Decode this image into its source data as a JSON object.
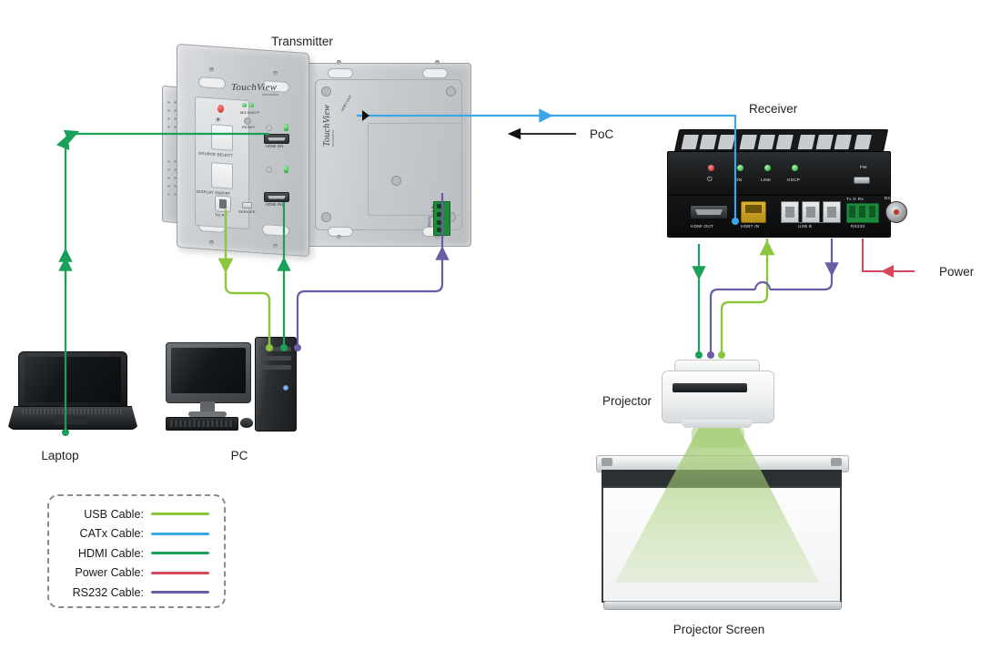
{
  "diagram": {
    "title_labels": {
      "transmitter": "Transmitter",
      "receiver": "Receiver",
      "projector": "Projector",
      "projector_screen": "Projector Screen",
      "laptop": "Laptop",
      "pc": "PC",
      "poc": "PoC",
      "power": "Power"
    }
  },
  "legend": {
    "items": [
      {
        "label": "USB Cable:",
        "color": "#8CC63F"
      },
      {
        "label": "CATx Cable:",
        "color": "#3BA7E8"
      },
      {
        "label": "HDMI Cable:",
        "color": "#1BA05A"
      },
      {
        "label": "Power Cable:",
        "color": "#D6485A"
      },
      {
        "label": "RS232 Cable:",
        "color": "#6B5CA5"
      }
    ]
  },
  "transmitter": {
    "brand": "TouchView",
    "brand_sub": "Innovation",
    "front_labels": {
      "source_select": "SOURCE SELECT",
      "display_onoff": "DISPLAY ON/OFF",
      "to_pc": "TO PC",
      "hdmi_in1": "HDMI IN1",
      "hdmi_in2": "HDMI IN2",
      "service": "SERVICE",
      "mic_hdcp": "MIC/HDCP",
      "reset": "RESET"
    },
    "rear_labels": {
      "hdbt_out": "HDBT OUT",
      "rs232": "RS232",
      "pins": "Tx  G  Rx"
    }
  },
  "receiver": {
    "leds": [
      "ON",
      "LINK",
      "HDCP"
    ],
    "fw_label": "FW",
    "ports": [
      {
        "name": "HDMI OUT"
      },
      {
        "name": "HDBT IN"
      },
      {
        "name": "USB B"
      },
      {
        "name": "RS232"
      },
      {
        "name": "DC 24V"
      }
    ],
    "rs232_pins": "Tx  G  Rx"
  },
  "colors": {
    "usb": "#8CC63F",
    "catx": "#3BA7E8",
    "hdmi": "#1BA05A",
    "power": "#D6485A",
    "rs232": "#6B5CA5",
    "arrow_black": "#111111",
    "beam": "#A8CE7A"
  }
}
